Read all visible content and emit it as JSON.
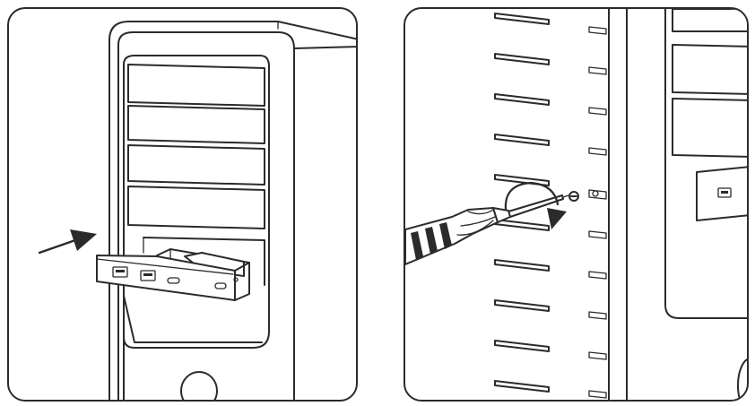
{
  "figure": {
    "panels": [
      {
        "name": "install-bracket-into-bay",
        "icons": [
          "pc-tower",
          "front-usb-bracket",
          "insert-arrow"
        ]
      },
      {
        "name": "fasten-screw",
        "icons": [
          "screwdriver",
          "screw",
          "rotate-clockwise-arrow",
          "pc-tower-side"
        ]
      }
    ],
    "bracket_ports": [
      "usb-a",
      "usb-a",
      "usb-c"
    ],
    "colors": {
      "line": "#2b2b2b",
      "background": "#ffffff"
    }
  }
}
